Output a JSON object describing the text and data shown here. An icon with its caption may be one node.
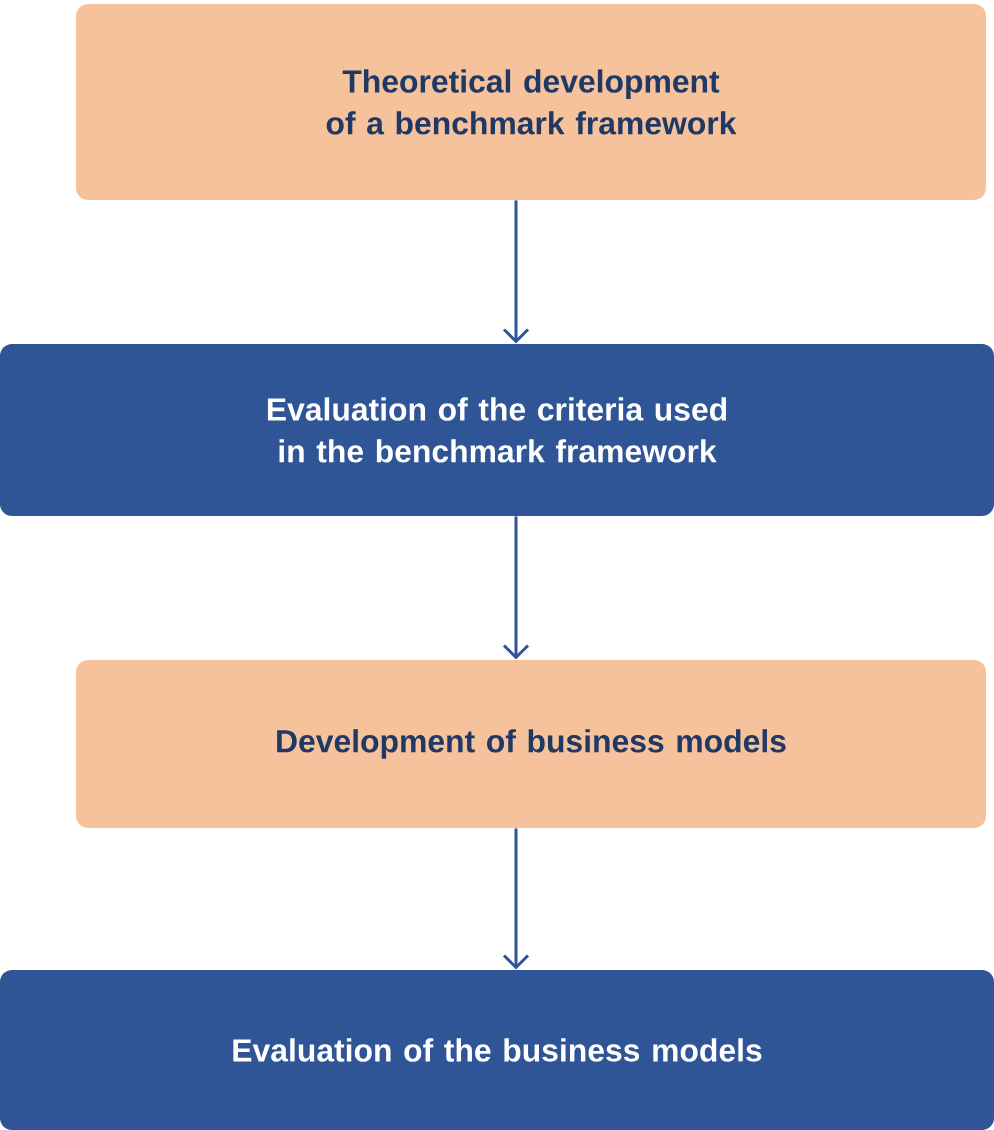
{
  "diagram": {
    "nodes": [
      {
        "text": [
          "Theoretical development of a benchmark framework"
        ]
      },
      {
        "text": [
          "Evaluation of the criteria used in the benchmark framework"
        ]
      },
      {
        "text": [
          "Development of business models"
        ]
      },
      {
        "text": [
          "Evaluation of the business models"
        ]
      }
    ],
    "edges": [
      {
        "from": 0,
        "to": 1,
        "arrow": "to"
      },
      {
        "from": 1,
        "to": 2,
        "arrow": "to"
      },
      {
        "from": 2,
        "to": 3,
        "arrow": "to"
      }
    ]
  }
}
